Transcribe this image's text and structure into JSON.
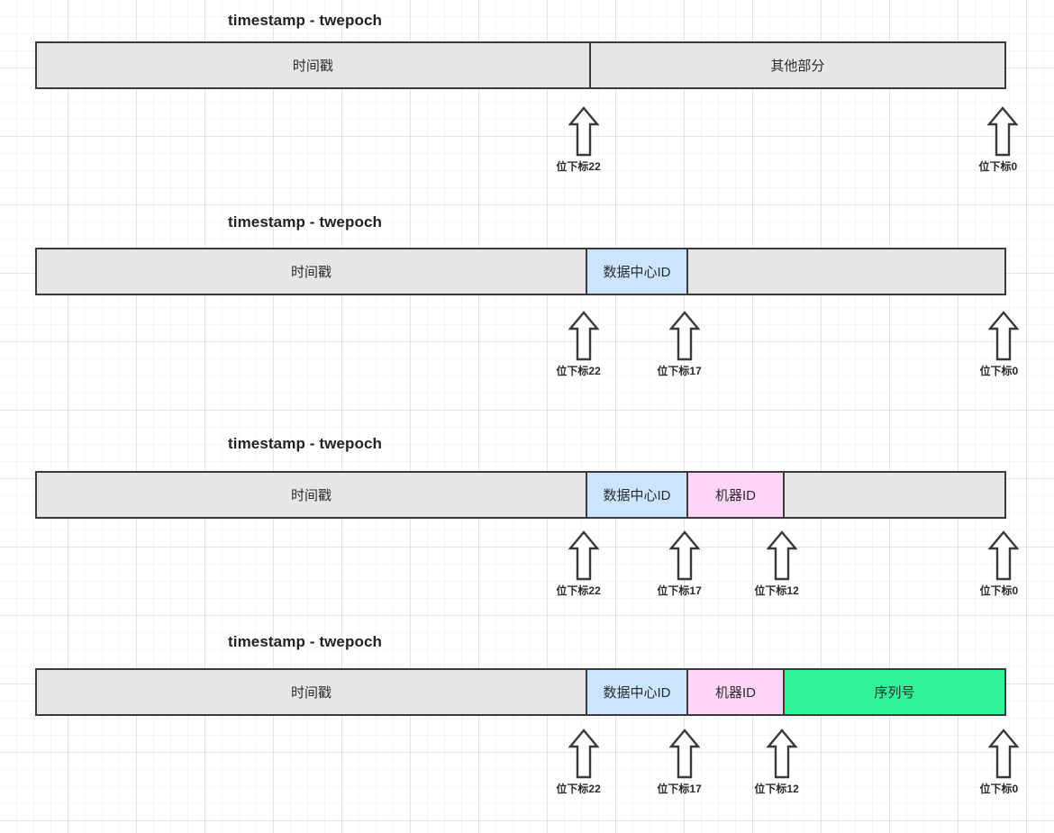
{
  "diagram": {
    "title_text": "timestamp - twepoch",
    "colors": {
      "bar_fill": "#e6e6e6",
      "bar_border": "#3a3a3a",
      "datacenter_fill": "#cce5ff",
      "machine_fill": "#ffd6f8",
      "sequence_fill": "#33f39a",
      "text": "#2b2b2b",
      "grid": "#f0f0f0"
    },
    "labels": {
      "timestamp": "时间戳",
      "other_part": "其他部分",
      "datacenter_id": "数据中心ID",
      "machine_id": "机器ID",
      "sequence_no": "序列号",
      "bit22": "位下标22",
      "bit17": "位下标17",
      "bit12": "位下标12",
      "bit0": "位下标0"
    },
    "rows": [
      {
        "title": "timestamp - twepoch",
        "segments": [
          {
            "label": "时间戳",
            "kind": "timestamp"
          },
          {
            "label": "其他部分",
            "kind": "other"
          }
        ],
        "pointers": [
          {
            "label": "位下标22"
          },
          {
            "label": "位下标0"
          }
        ]
      },
      {
        "title": "timestamp - twepoch",
        "segments": [
          {
            "label": "时间戳",
            "kind": "timestamp"
          },
          {
            "label": "数据中心ID",
            "kind": "datacenter"
          },
          {
            "label": "",
            "kind": "empty"
          }
        ],
        "pointers": [
          {
            "label": "位下标22"
          },
          {
            "label": "位下标17"
          },
          {
            "label": "位下标0"
          }
        ]
      },
      {
        "title": "timestamp - twepoch",
        "segments": [
          {
            "label": "时间戳",
            "kind": "timestamp"
          },
          {
            "label": "数据中心ID",
            "kind": "datacenter"
          },
          {
            "label": "机器ID",
            "kind": "machine"
          },
          {
            "label": "",
            "kind": "empty"
          }
        ],
        "pointers": [
          {
            "label": "位下标22"
          },
          {
            "label": "位下标17"
          },
          {
            "label": "位下标12"
          },
          {
            "label": "位下标0"
          }
        ]
      },
      {
        "title": "timestamp - twepoch",
        "segments": [
          {
            "label": "时间戳",
            "kind": "timestamp"
          },
          {
            "label": "数据中心ID",
            "kind": "datacenter"
          },
          {
            "label": "机器ID",
            "kind": "machine"
          },
          {
            "label": "序列号",
            "kind": "sequence"
          }
        ],
        "pointers": [
          {
            "label": "位下标22"
          },
          {
            "label": "位下标17"
          },
          {
            "label": "位下标12"
          },
          {
            "label": "位下标0"
          }
        ]
      }
    ]
  }
}
